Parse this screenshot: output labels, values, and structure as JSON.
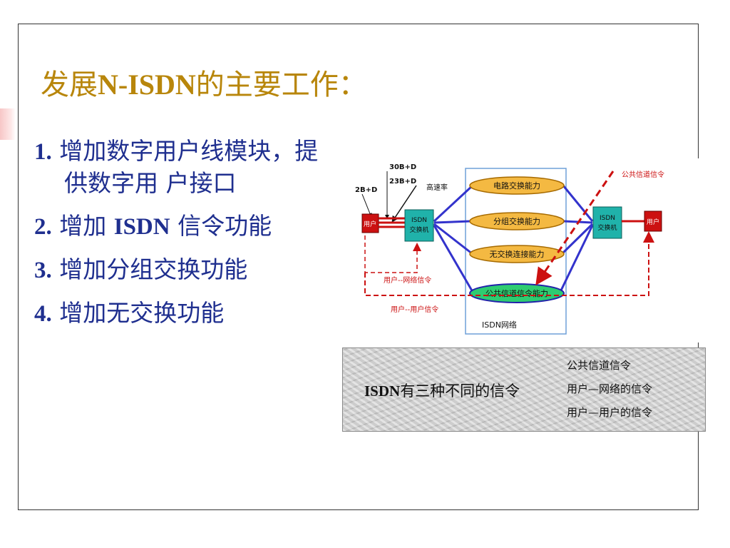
{
  "slide": {
    "title_prefix": "发展",
    "title_bold": "N-ISDN",
    "title_suffix": "的主要工作：",
    "items": [
      {
        "num": "1.",
        "text": " 增加数字用户线模块，提供数字用 户接口"
      },
      {
        "num": "2.",
        "text_a": " 增加 ",
        "bold": "ISDN",
        "text_b": " 信令功能"
      },
      {
        "num": "3.",
        "text": " 增加分组交换功能"
      },
      {
        "num": "4.",
        "text": " 增加无交换功能"
      }
    ]
  },
  "diagram": {
    "rate_30b": "30B+D",
    "rate_23b": "23B+D",
    "rate_2b": "2B+D",
    "high_rate": "高速率",
    "cap_circuit": "电路交换能力",
    "cap_packet": "分组交换能力",
    "cap_nonswitch": "无交换连接能力",
    "cap_ccs": "公共信道信令能力",
    "ccs_signal": "公共信道信令",
    "user_left": "用户",
    "user_right": "用户",
    "switch_line1": "ISDN",
    "switch_line2": "交换机",
    "user_network_signal": "用户--网络信令",
    "user_user_signal": "用户--用户信令",
    "network_label": "ISDN网络",
    "colors": {
      "blue_line": "#3333cc",
      "red_dash": "#cc1111",
      "switch_fill": "#20b2aa",
      "user_fill": "#cc1111",
      "cap_fill": "#f4b942",
      "ccs_fill": "#2ecc71"
    }
  },
  "signaling_box": {
    "main_bold": "ISDN",
    "main_text": "有三种不同的信令",
    "types": [
      "公共信道信令",
      "用户—网络的信令",
      "用户—用户的信令"
    ]
  }
}
